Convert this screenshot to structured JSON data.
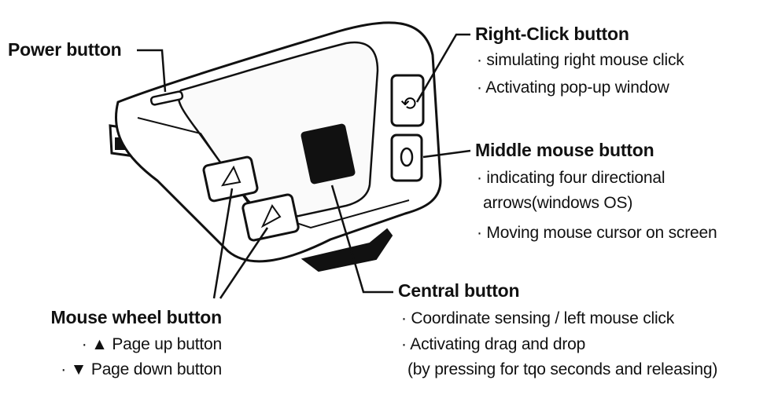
{
  "callouts": {
    "power": {
      "title": "Power button"
    },
    "right_click": {
      "title": "Right-Click button",
      "lines": [
        "· simulating right mouse click",
        "· Activating pop-up window"
      ]
    },
    "middle": {
      "title": "Middle mouse button",
      "lines": [
        "· indicating four directional",
        "arrows(windows OS)",
        "· Moving mouse cursor on screen"
      ]
    },
    "central": {
      "title": "Central button",
      "lines": [
        "· Coordinate sensing / left mouse click",
        "· Activating drag and drop",
        "(by pressing for tqo seconds and releasing)"
      ]
    },
    "wheel": {
      "title": "Mouse wheel button",
      "lines": [
        "· ▲ Page up button",
        "· ▼ Page down button"
      ]
    }
  },
  "colors": {
    "ink": "#111111",
    "device_fill": "#ffffff",
    "shade": "#f4f4f4"
  }
}
